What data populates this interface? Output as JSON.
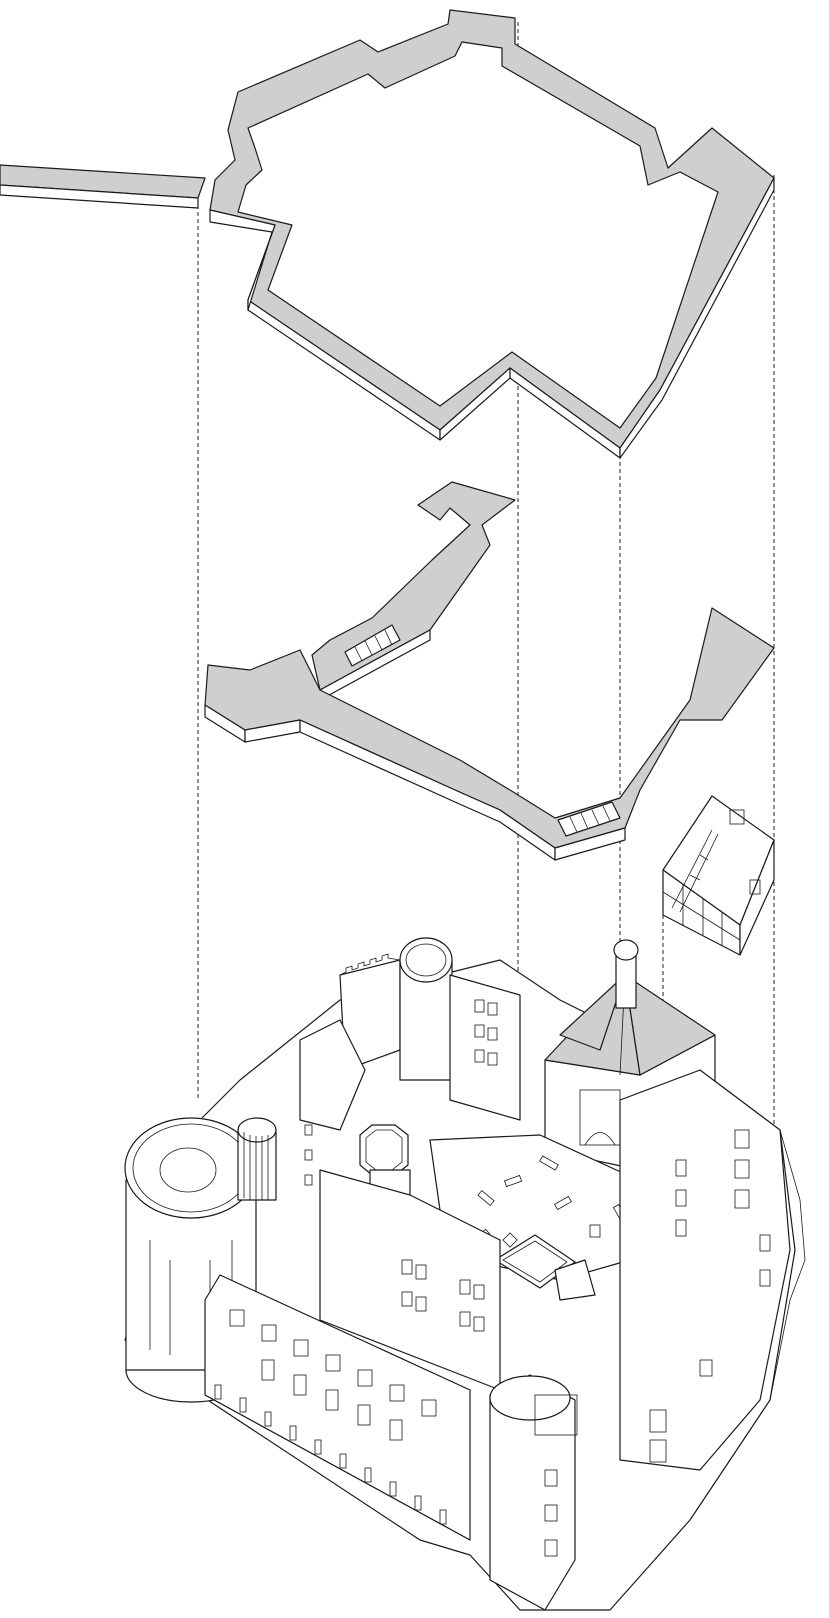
{
  "diagram": {
    "type": "exploded axonometric",
    "colors": {
      "background": "#ffffff",
      "line": "#1a1a1a",
      "fill_grey": "#cfcfcf",
      "fill_white": "#ffffff"
    },
    "layers": [
      {
        "id": "upper-wall-ring",
        "fill": "#cfcfcf"
      },
      {
        "id": "lower-wall-ring",
        "fill": "#cfcfcf"
      },
      {
        "id": "glazed-cube",
        "fill": "#ffffff"
      },
      {
        "id": "castle-model",
        "fill": "#ffffff"
      }
    ],
    "projection_lines": "dashed"
  }
}
